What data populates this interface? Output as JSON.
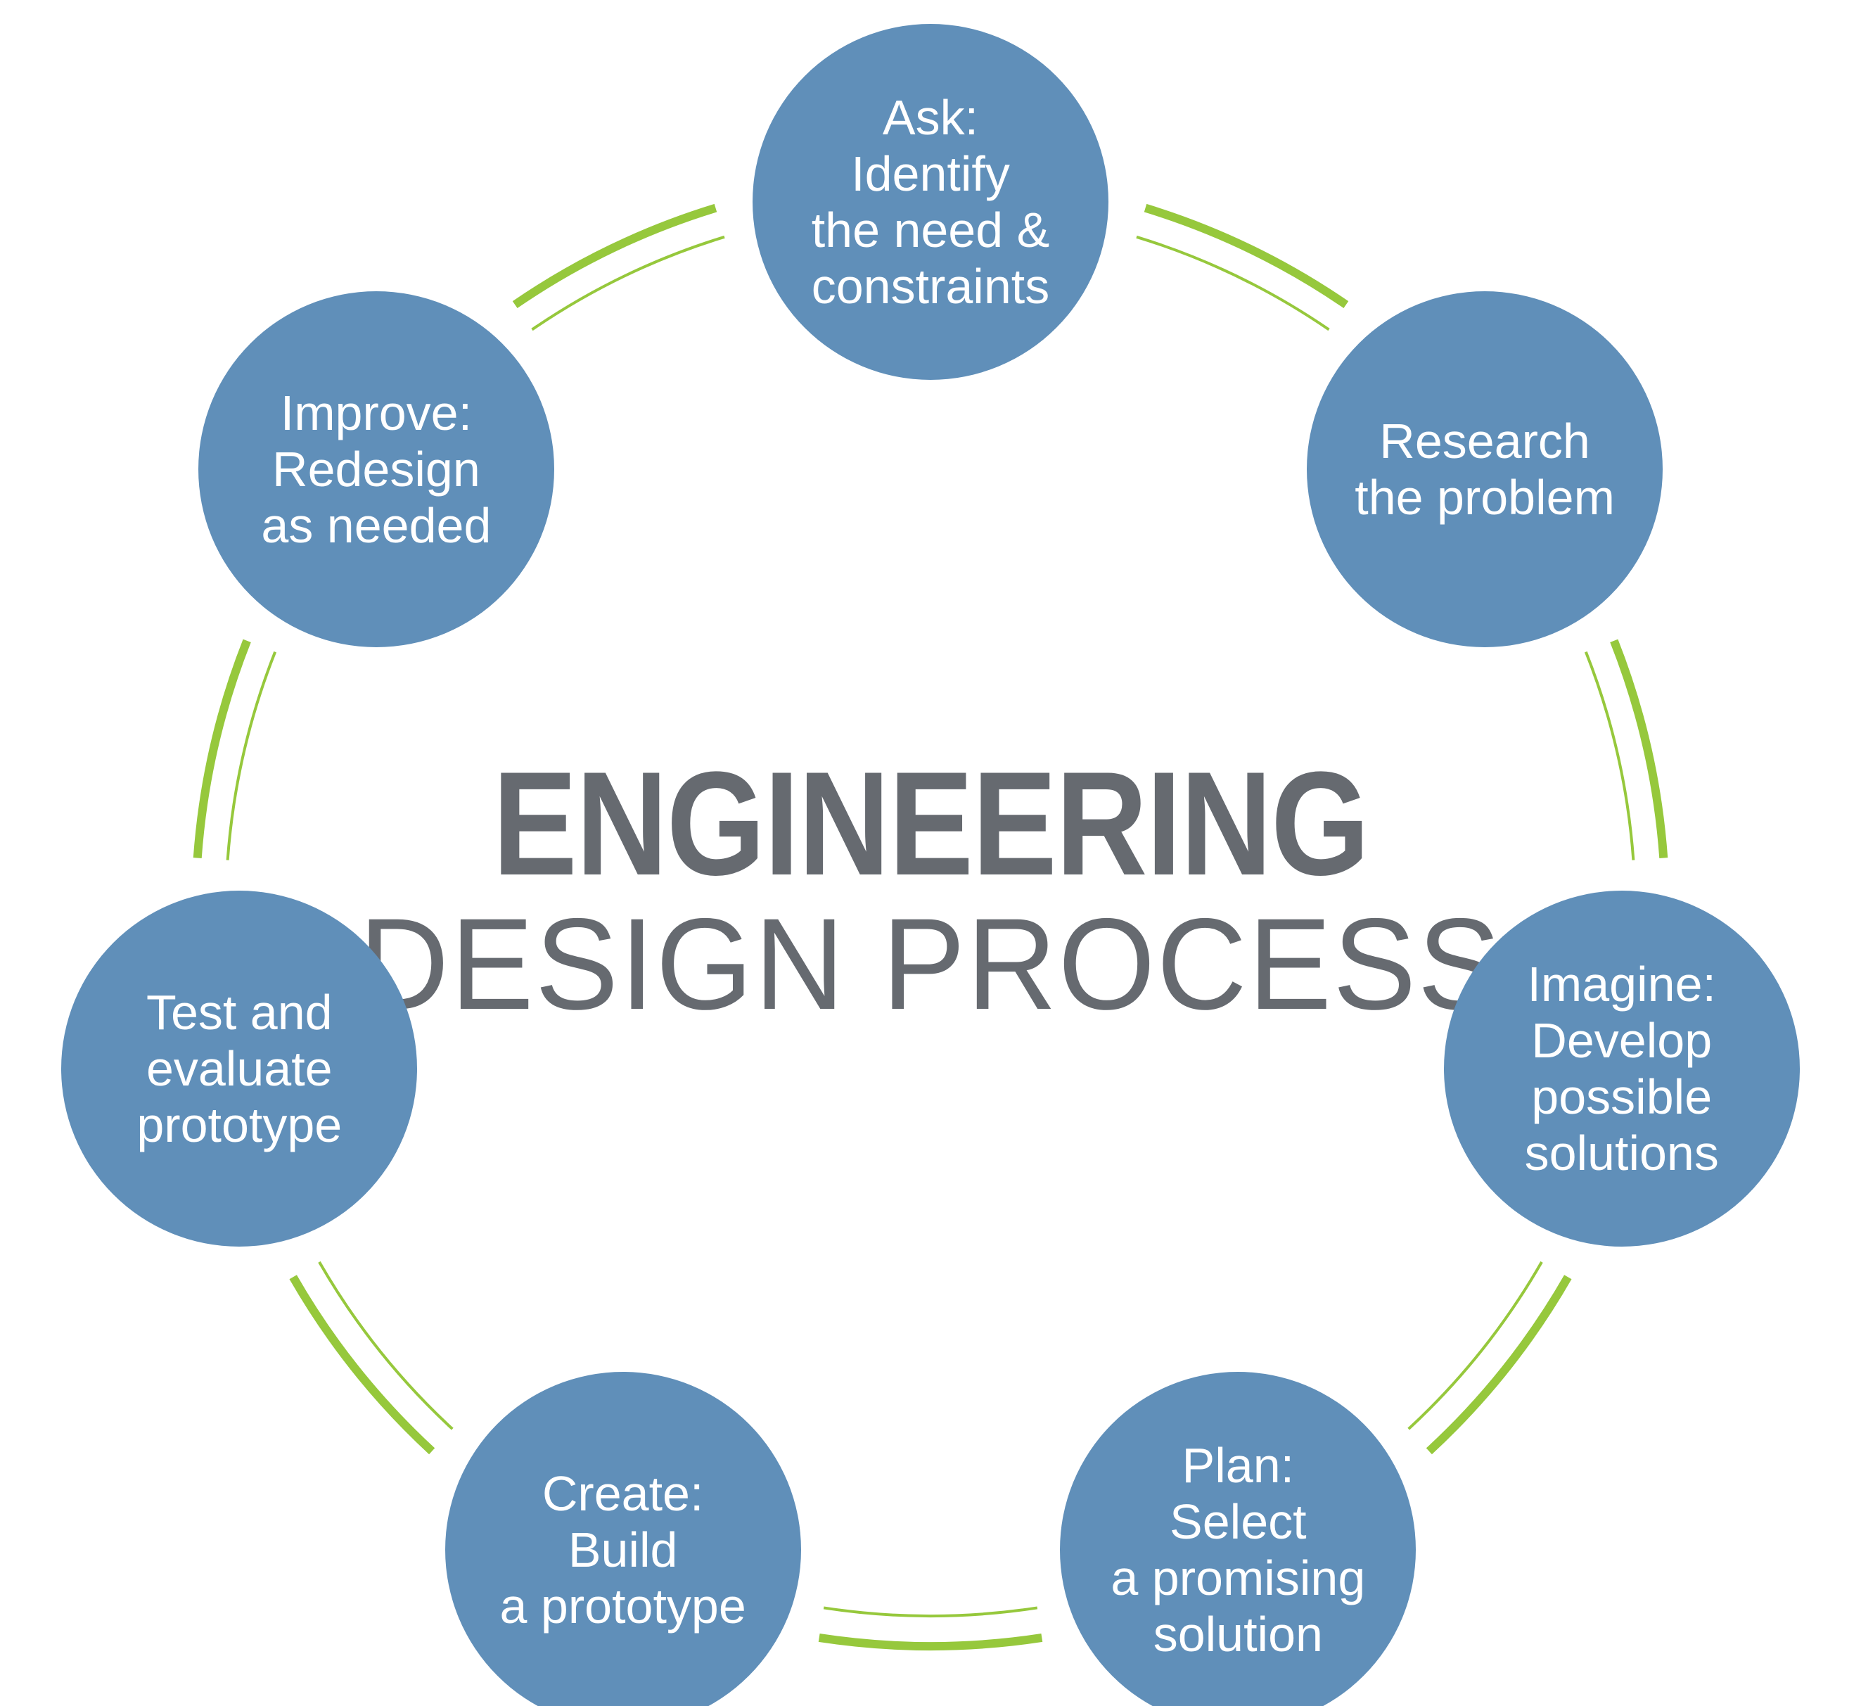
{
  "diagram": {
    "title_line1": "ENGINEERING",
    "title_line2": "DESIGN PROCESS",
    "colors": {
      "circle_fill": "#608fb9",
      "circle_text": "#ffffff",
      "connector": "#96c83c",
      "title": "#666a70"
    },
    "steps": [
      {
        "id": "ask",
        "text": "Ask:\nIdentify\nthe need &\nconstraints"
      },
      {
        "id": "research",
        "text": "Research\nthe problem"
      },
      {
        "id": "imagine",
        "text": "Imagine:\nDevelop\npossible\nsolutions"
      },
      {
        "id": "plan",
        "text": "Plan:\nSelect\na promising\nsolution"
      },
      {
        "id": "create",
        "text": "Create:\nBuild\na prototype"
      },
      {
        "id": "test",
        "text": "Test and\nevaluate\nprototype"
      },
      {
        "id": "improve",
        "text": "Improve:\nRedesign\nas needed"
      }
    ]
  }
}
